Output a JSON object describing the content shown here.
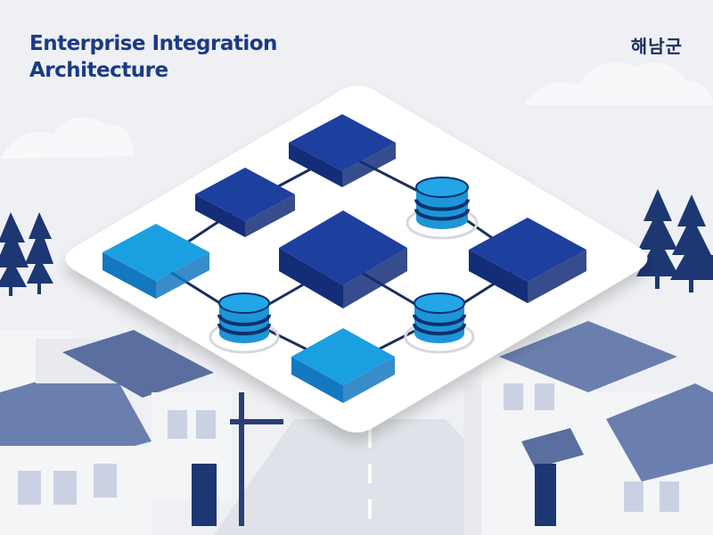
{
  "header": {
    "title_line1": "Enterprise Integration",
    "title_line2": "Architecture",
    "brand": "해남군"
  },
  "diagram": {
    "nodes": [
      {
        "id": "service-top",
        "kind": "service",
        "shade": "dark"
      },
      {
        "id": "service-upper-left",
        "kind": "service",
        "shade": "dark"
      },
      {
        "id": "service-left",
        "kind": "service",
        "shade": "light"
      },
      {
        "id": "hub-center",
        "kind": "service",
        "shade": "dark"
      },
      {
        "id": "service-right",
        "kind": "service",
        "shade": "dark"
      },
      {
        "id": "service-bottom",
        "kind": "service",
        "shade": "light"
      },
      {
        "id": "database-top-right",
        "kind": "database"
      },
      {
        "id": "database-left",
        "kind": "database"
      },
      {
        "id": "database-lower-right",
        "kind": "database"
      }
    ],
    "connections": [
      [
        "service-top",
        "database-top-right"
      ],
      [
        "service-top",
        "service-upper-left"
      ],
      [
        "service-upper-left",
        "service-left"
      ],
      [
        "service-left",
        "database-left"
      ],
      [
        "database-left",
        "service-bottom"
      ],
      [
        "service-bottom",
        "database-lower-right"
      ],
      [
        "database-lower-right",
        "service-right"
      ],
      [
        "service-right",
        "database-top-right"
      ],
      [
        "database-left",
        "hub-center"
      ],
      [
        "hub-center",
        "database-lower-right"
      ]
    ],
    "colors": {
      "dark_top": "#1d3f9e",
      "dark_side": "#132d78",
      "light_top": "#1aa0e0",
      "light_side": "#1478c0",
      "db_body": "#1e95d6",
      "db_band": "#10306e",
      "line": "#1c2d5c",
      "platform": "#ffffff"
    }
  },
  "backdrop": {
    "colors": {
      "sky": "#eef0f3",
      "tree": "#1d3772",
      "roof": "#6a7fae",
      "wall": "#f4f5f7"
    }
  }
}
